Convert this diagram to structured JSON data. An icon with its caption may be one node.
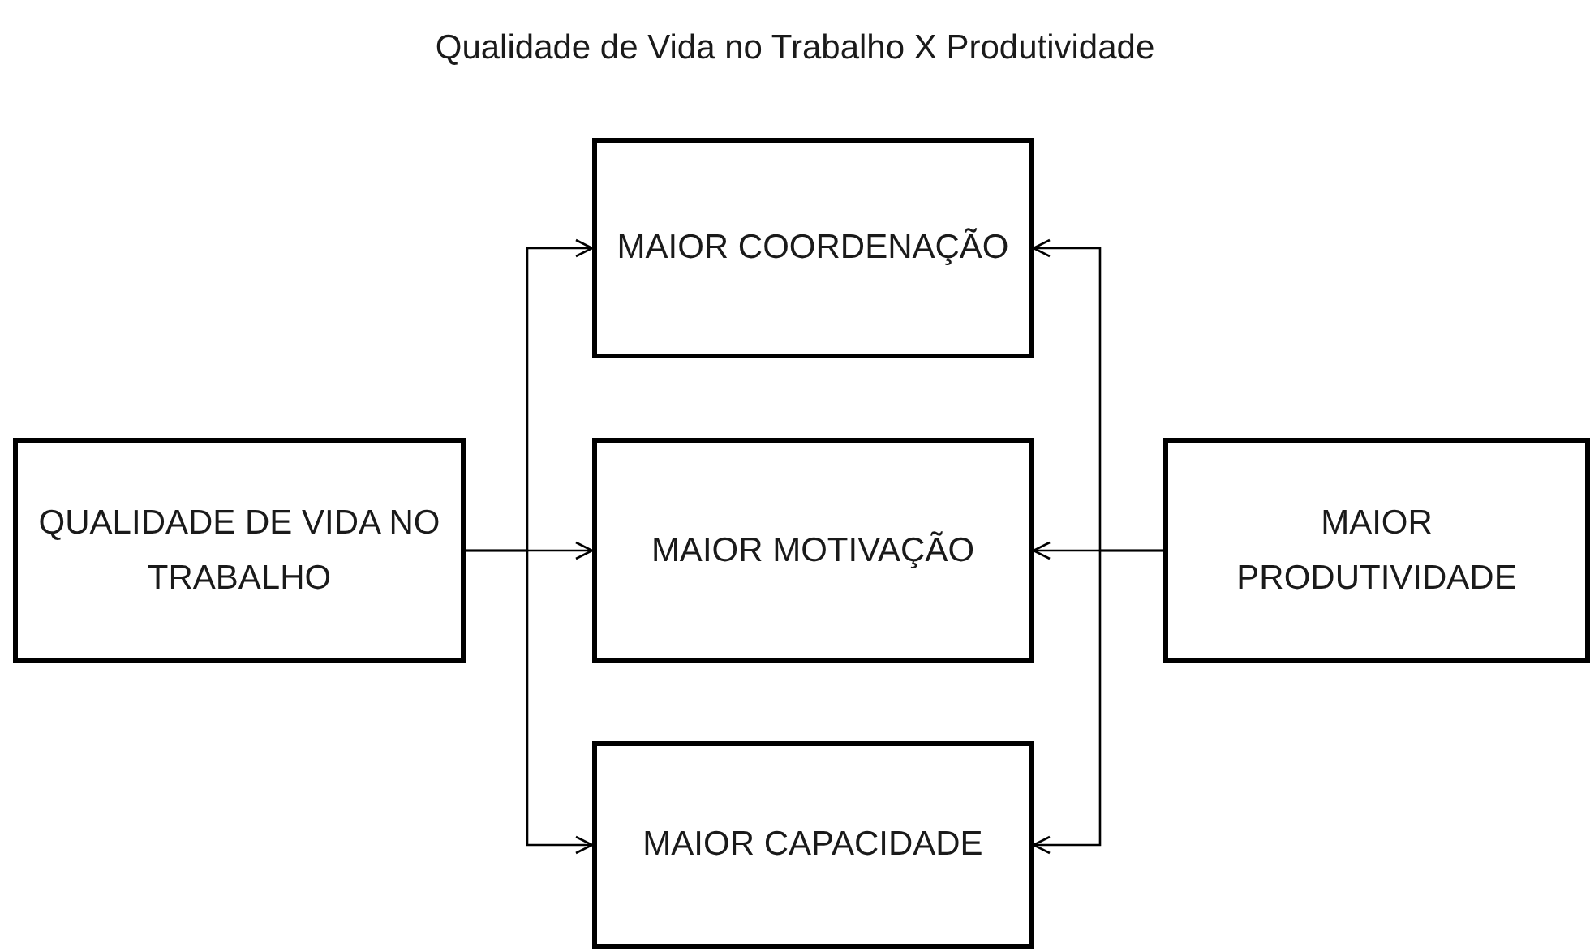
{
  "diagram": {
    "title": "Qualidade de Vida no Trabalho X Produtividade",
    "nodes": [
      {
        "text": [
          "MAIOR COORDENAÇÃO"
        ]
      },
      {
        "text": [
          "QUALIDADE DE VIDA NO TRABALHO"
        ]
      },
      {
        "text": [
          "MAIOR MOTIVAÇÃO"
        ]
      },
      {
        "text": [
          "MAIOR PRODUTIVIDADE"
        ]
      },
      {
        "text": [
          "MAIOR CAPACIDADE"
        ]
      }
    ],
    "edges": [
      {
        "from": 1,
        "to": 0,
        "arrow": "to"
      },
      {
        "from": 1,
        "to": 2,
        "arrow": "to"
      },
      {
        "from": 1,
        "to": 4,
        "arrow": "to"
      },
      {
        "from": 3,
        "to": 0,
        "arrow": "to"
      },
      {
        "from": 3,
        "to": 2,
        "arrow": "to"
      },
      {
        "from": 3,
        "to": 4,
        "arrow": "to"
      }
    ]
  }
}
